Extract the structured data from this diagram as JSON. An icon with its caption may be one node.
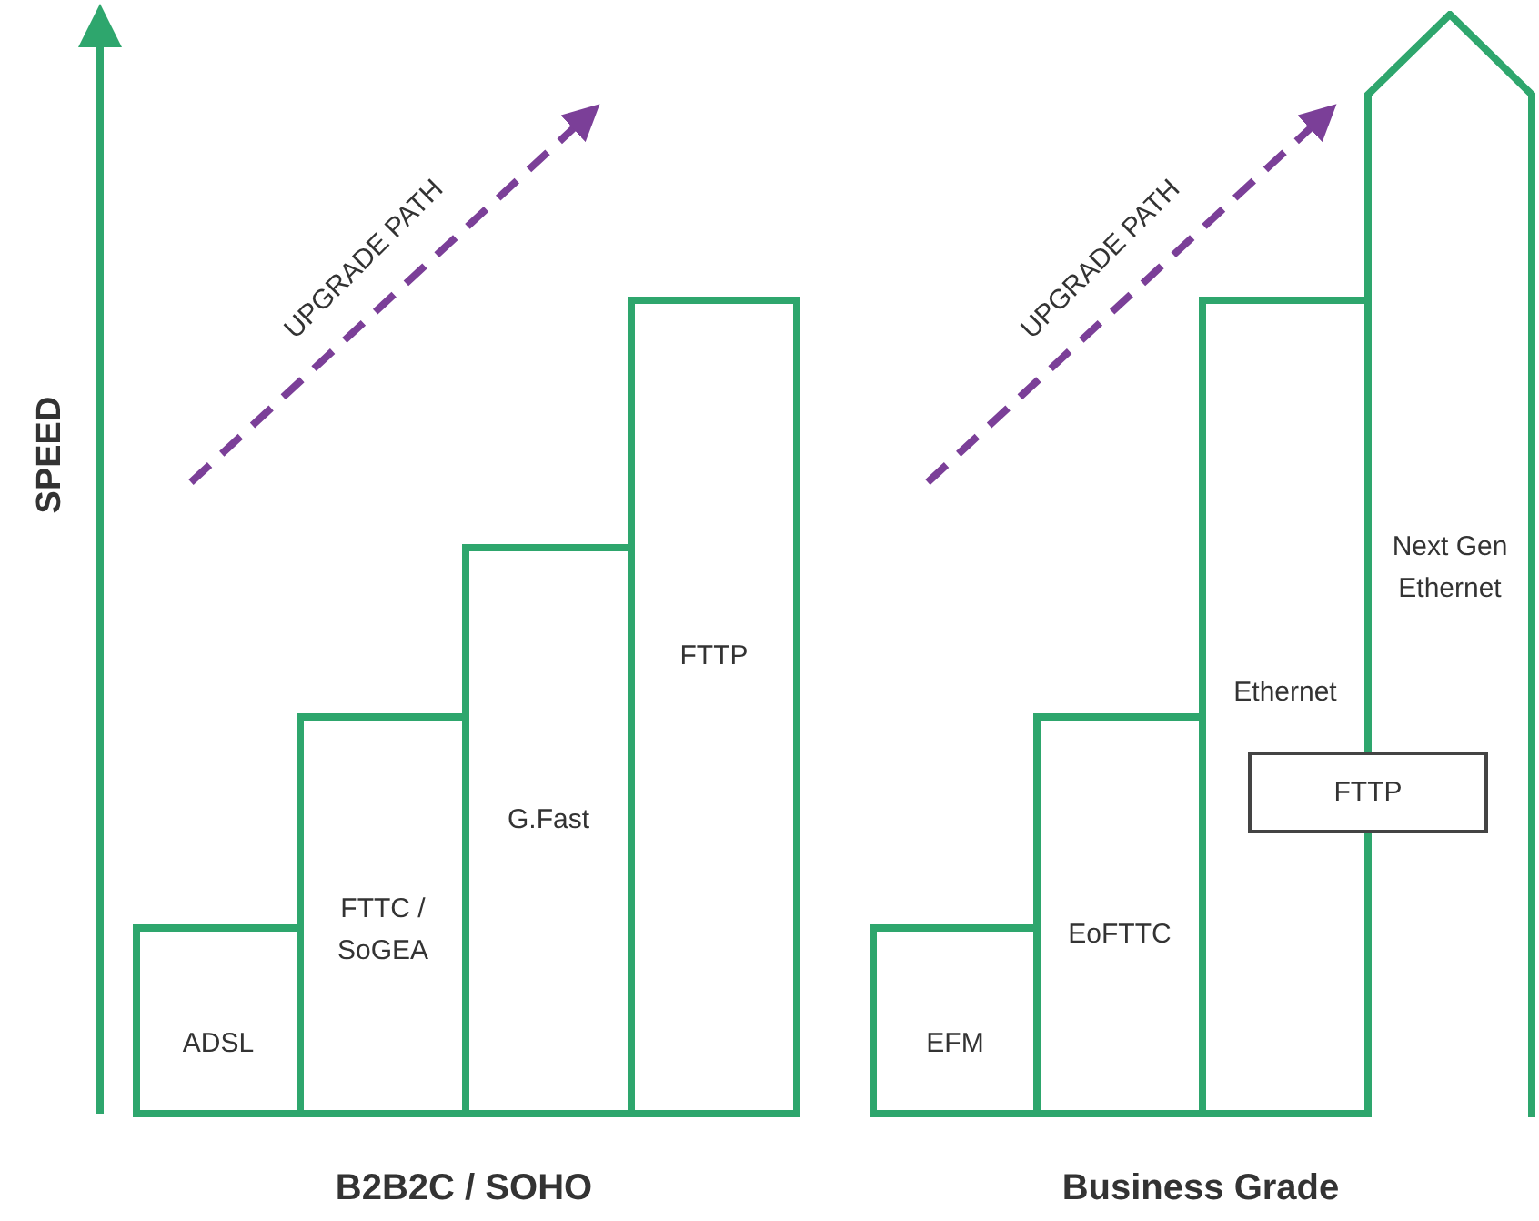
{
  "diagram": {
    "nodes": [
      {
        "text": [
          "ADSL"
        ]
      },
      {
        "text": [
          "FTTC / SoGEA"
        ]
      },
      {
        "text": [
          "G.Fast"
        ]
      },
      {
        "text": [
          "FTTP"
        ]
      },
      {
        "text": [
          "EFM"
        ]
      },
      {
        "text": [
          "EoFTTC"
        ]
      },
      {
        "text": [
          "Ethernet"
        ]
      },
      {
        "text": [
          "Next Gen Ethernet"
        ]
      },
      {
        "text": [
          "FTTP"
        ]
      }
    ],
    "labels": [
      "SPEED",
      "UPGRADE PATH",
      "UPGRADE PATH",
      "B2B2C / SOHO",
      "Business Grade"
    ]
  }
}
